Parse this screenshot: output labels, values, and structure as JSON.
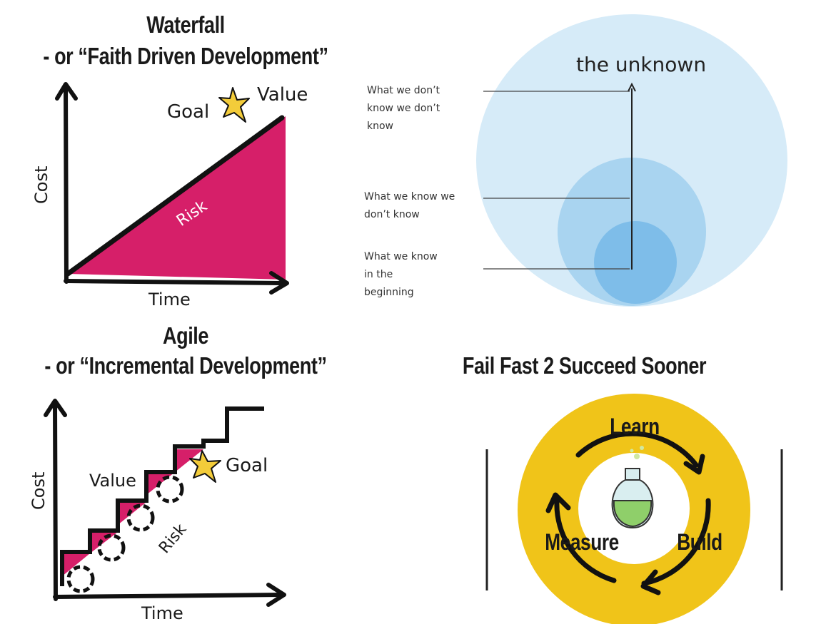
{
  "waterfall": {
    "title_line1": "Waterfall",
    "title_line2": "- or “Faith Driven Development”",
    "y_label": "Cost",
    "x_label": "Time",
    "goal_label": "Goal",
    "value_label": "Value",
    "risk_label": "Risk"
  },
  "unknown": {
    "title": "the unknown",
    "label_outer": "What we don’t know we don’t know",
    "label_middle": "What we know we don’t know",
    "label_inner": "What we know in the beginning"
  },
  "agile": {
    "title_line1": "Agile",
    "title_line2": "- or “Incremental Development”",
    "y_label": "Cost",
    "x_label": "Time",
    "value_label": "Value",
    "goal_label": "Goal",
    "risk_label": "Risk"
  },
  "fail_fast": {
    "title": "Fail Fast 2 Succeed Sooner",
    "learn": "Learn",
    "build": "Build",
    "measure": "Measure"
  },
  "colors": {
    "risk_pink": "#d61f69",
    "circle_outer": "#d6ebf8",
    "circle_middle": "#a9d4f0",
    "circle_inner": "#7ebde9",
    "ring_yellow": "#f0c419",
    "flask_green": "#8fcf6a",
    "ink": "#111111"
  }
}
